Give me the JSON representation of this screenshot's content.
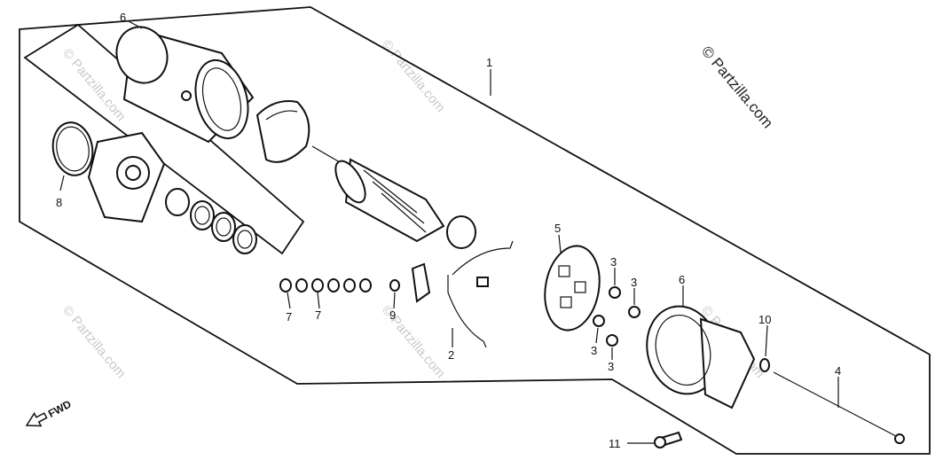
{
  "watermark": {
    "main": "© Partzilla.com",
    "repeat": "© Partzilla.com"
  },
  "direction": {
    "label": "FWD"
  },
  "callouts": {
    "c1": "1",
    "c2": "2",
    "c3a": "3",
    "c3b": "3",
    "c3c": "3",
    "c3d": "3",
    "c4": "4",
    "c5": "5",
    "c6a": "6",
    "c6b": "6",
    "c7a": "7",
    "c7b": "7",
    "c8": "8",
    "c9": "9",
    "c10": "10",
    "c11": "11"
  },
  "colors": {
    "ink": "#111111",
    "watermark": "#c9c9c9",
    "background": "#ffffff"
  }
}
